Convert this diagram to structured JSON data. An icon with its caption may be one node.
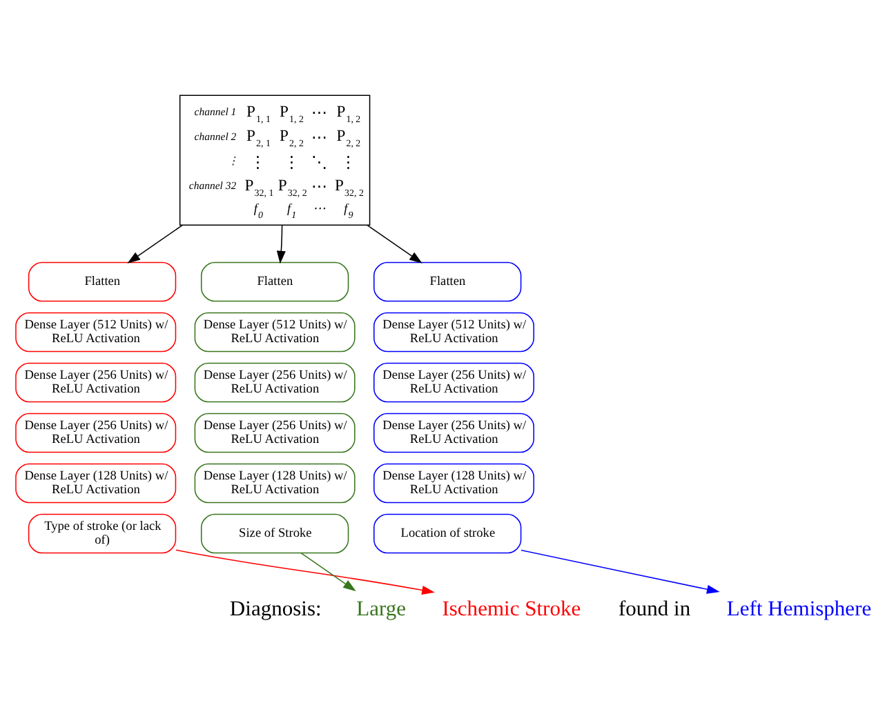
{
  "diagram": {
    "nodes": [
      {
        "text": [
          "channel 1",
          "P$_{1, 1}$",
          "P$_{1, 2}$",
          "⋯",
          "P$_{1, 2}$",
          "channel 2",
          "P$_{2, 1}$",
          "P$_{2, 2}$",
          "⋯",
          "P$_{2, 2}$",
          "⋮",
          "⋮",
          "⋮",
          "⋱",
          "⋮",
          "channel 32",
          "P$_{32, 1}$",
          "P$_{32, 2}$",
          "⋯",
          "P$_{32, 2}$",
          "f$_{0}$",
          "f$_{1}$",
          "⋯",
          "f$_{9}$"
        ]
      },
      {
        "text": [
          "Flatten"
        ]
      },
      {
        "text": [
          "Dense Layer (512 Units) w/ ReLU Activation"
        ]
      },
      {
        "text": [
          "Dense Layer (256 Units) w/ ReLU Activation"
        ]
      },
      {
        "text": [
          "Dense Layer (256 Units) w/ ReLU Activation"
        ]
      },
      {
        "text": [
          "Dense Layer (128 Units) w/ ReLU Activation"
        ]
      },
      {
        "text": [
          "Type of stroke (or lack of)"
        ]
      },
      {
        "text": [
          "Flatten"
        ]
      },
      {
        "text": [
          "Dense Layer (512 Units) w/ ReLU Activation"
        ]
      },
      {
        "text": [
          "Dense Layer (256 Units) w/ ReLU Activation"
        ]
      },
      {
        "text": [
          "Dense Layer (256 Units) w/ ReLU Activation"
        ]
      },
      {
        "text": [
          "Dense Layer (128 Units) w/ ReLU Activation"
        ]
      },
      {
        "text": [
          "Size of Stroke"
        ]
      },
      {
        "text": [
          "Flatten"
        ]
      },
      {
        "text": [
          "Dense Layer (512 Units) w/ ReLU Activation"
        ]
      },
      {
        "text": [
          "Dense Layer (256 Units) w/ ReLU Activation"
        ]
      },
      {
        "text": [
          "Dense Layer (256 Units) w/ ReLU Activation"
        ]
      },
      {
        "text": [
          "Dense Layer (128 Units) w/ ReLU Activation"
        ]
      },
      {
        "text": [
          "Location of stroke"
        ]
      },
      {
        "text": [
          "Large"
        ]
      },
      {
        "text": [
          "Ischemic Stroke"
        ]
      },
      {
        "text": [
          "Left Hemisphere"
        ]
      }
    ],
    "edges": [
      {
        "from": 0,
        "to": 1,
        "arrow": "to"
      },
      {
        "from": 0,
        "to": 7,
        "arrow": "to"
      },
      {
        "from": 0,
        "to": 13,
        "arrow": "to"
      },
      {
        "from": 6,
        "to": 20,
        "arrow": "to",
        "color": "#ff0000"
      },
      {
        "from": 12,
        "to": 19,
        "arrow": "to",
        "color": "#38761d"
      },
      {
        "from": 18,
        "to": 21,
        "arrow": "to",
        "color": "#0000ff"
      }
    ],
    "labels": [
      "Diagnosis:",
      "found in"
    ]
  }
}
